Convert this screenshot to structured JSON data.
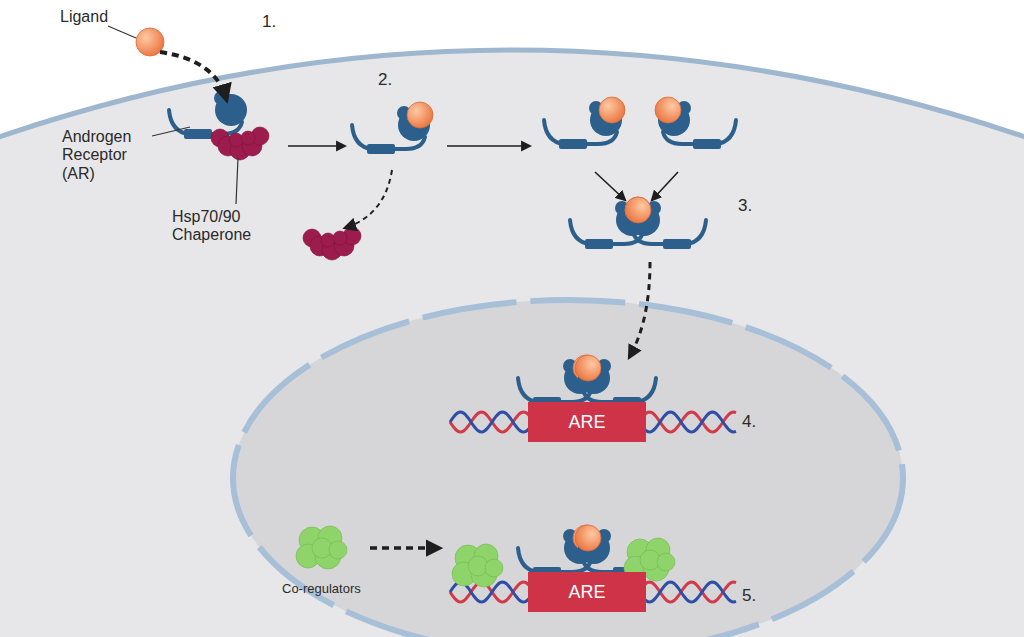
{
  "diagram": {
    "nodes": [
      {
        "text": [
          "ARE"
        ]
      },
      {
        "text": [
          "ARE"
        ]
      }
    ],
    "labels": [
      "Ligand",
      "1.",
      "Androgen Receptor (AR)",
      "Hsp70/90 Chaperone",
      "2.",
      "3.",
      "4.",
      "Co-regulators",
      "5."
    ]
  }
}
